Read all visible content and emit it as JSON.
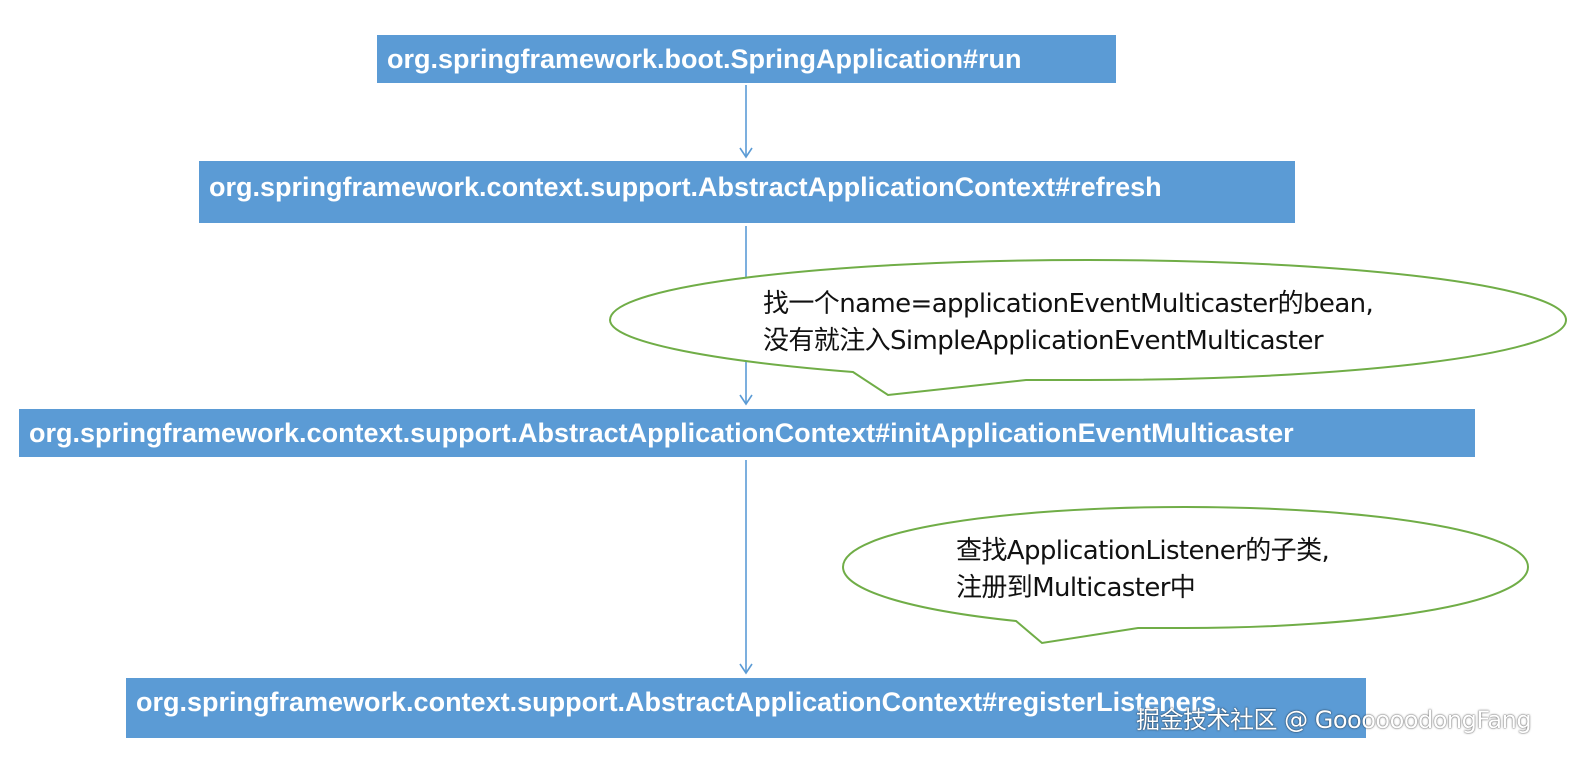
{
  "nodes": {
    "run": "org.springframework.boot.SpringApplication#run",
    "refresh": "org.springframework.context.support.AbstractApplicationContext#refresh",
    "init_multicaster": "org.springframework.context.support.AbstractApplicationContext#initApplicationEventMulticaster",
    "register_listeners": "org.springframework.context.support.AbstractApplicationContext#registerListeners"
  },
  "callouts": [
    {
      "line1": "找一个name=applicationEventMulticaster的bean,",
      "line2": "没有就注入SimpleApplicationEventMulticaster"
    },
    {
      "line1": "查找ApplicationListener的子类,",
      "line2": "注册到Multicaster中"
    }
  ],
  "watermark": "掘金技术社区 @ GoooooodongFang",
  "colors": {
    "box_fill": "#5b9bd5",
    "box_text": "#ffffff",
    "arrow": "#5b9bd5",
    "callout_border": "#70ad47"
  }
}
